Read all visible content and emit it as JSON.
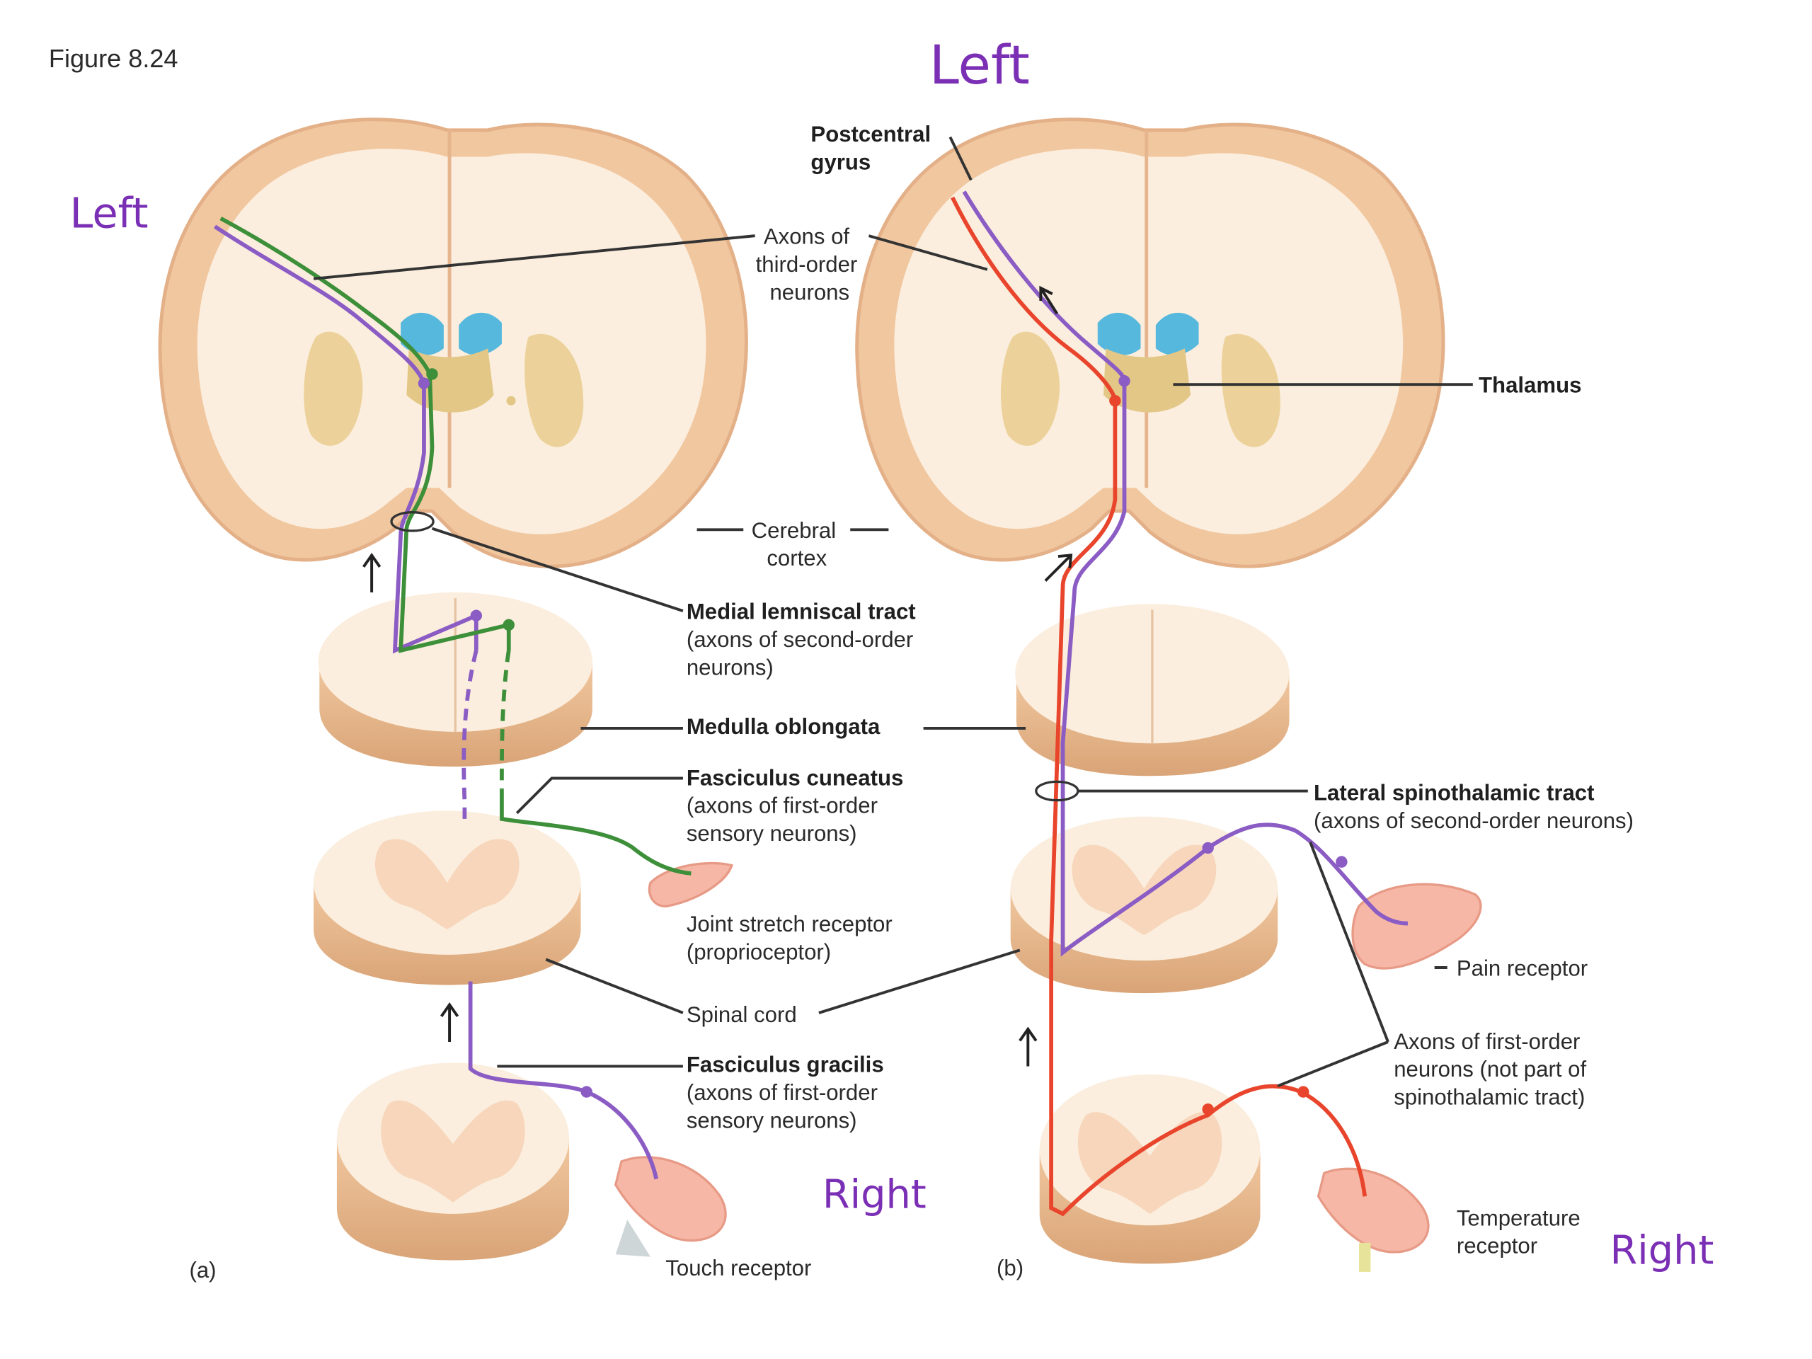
{
  "figure_label": "Figure 8.24",
  "annotations": {
    "left_top": "Left",
    "left_side": "Left",
    "right_a": "Right",
    "right_b": "Right"
  },
  "panel_a": {
    "tag": "(a)",
    "labels": {
      "axons_third": [
        "Axons of",
        "third-order",
        "neurons"
      ],
      "cerebral_cortex": [
        "Cerebral",
        "cortex"
      ],
      "medial_lemniscal_title": "Medial lemniscal tract",
      "medial_lemniscal_sub": [
        "(axons of second-order",
        "neurons)"
      ],
      "medulla": "Medulla oblongata",
      "cuneatus_title": "Fasciculus cuneatus",
      "cuneatus_sub": [
        "(axons of first-order",
        "sensory neurons)"
      ],
      "joint_receptor": [
        "Joint stretch receptor",
        "(proprioceptor)"
      ],
      "spinal_cord": "Spinal cord",
      "gracilis_title": "Fasciculus gracilis",
      "gracilis_sub": [
        "(axons of first-order",
        "sensory neurons)"
      ],
      "touch_receptor": "Touch receptor"
    }
  },
  "panel_b": {
    "tag": "(b)",
    "labels": {
      "postcentral": [
        "Postcentral",
        "gyrus"
      ],
      "thalamus": "Thalamus",
      "lateral_title": "Lateral spinothalamic tract",
      "lateral_sub": "(axons of second-order neurons)",
      "pain_receptor": "Pain receptor",
      "first_order": [
        "Axons of first-order",
        "neurons (not part of",
        "spinothalamic tract)"
      ],
      "temperature_receptor": [
        "Temperature",
        "receptor"
      ]
    }
  },
  "colors": {
    "purple": "#8a5cc4",
    "green": "#3d8f3a",
    "red": "#e8452c",
    "tissue": "#fbeede",
    "cortex": "#f3cda6",
    "thalamus": "#e3c787",
    "ventricle": "#56b8dd",
    "annotation": "#7a2fb5"
  },
  "icons": [
    "brain-section",
    "medulla-section",
    "spinal-cord-section",
    "hand",
    "foot",
    "receptor"
  ]
}
